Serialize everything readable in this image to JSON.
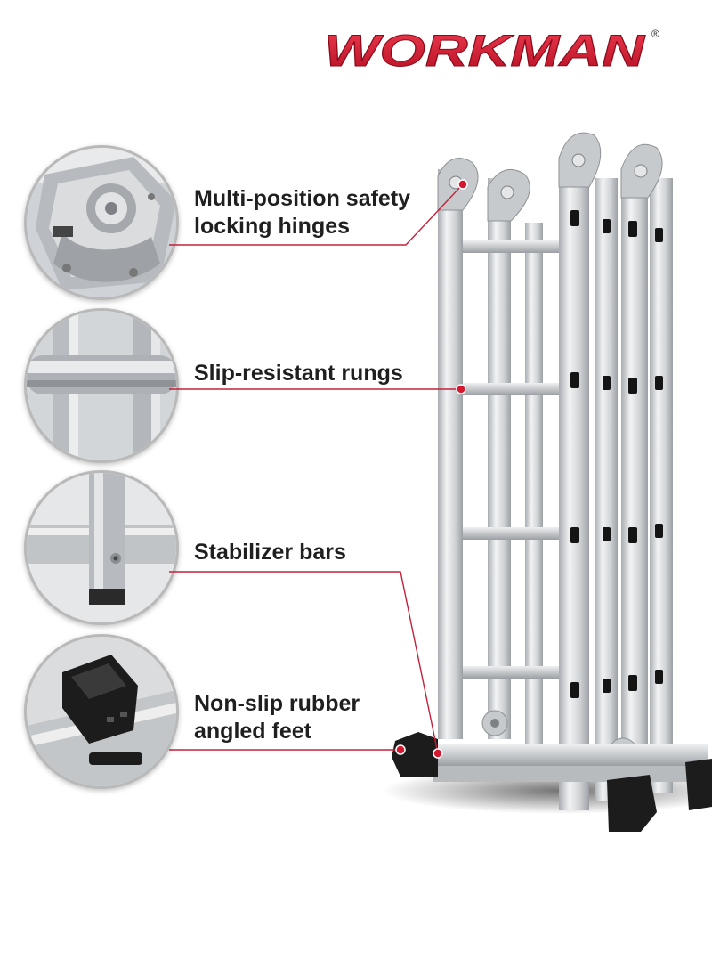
{
  "brand": {
    "name": "WORKMAN",
    "registered_mark": "®",
    "color": "#d4182f"
  },
  "features": [
    {
      "line1": "Multi-position safety",
      "line2": "locking hinges",
      "icon": "hinge-closeup"
    },
    {
      "line1": "Slip-resistant rungs",
      "line2": "",
      "icon": "rung-closeup"
    },
    {
      "line1": "Stabilizer bars",
      "line2": "",
      "icon": "stabilizer-closeup"
    },
    {
      "line1": "Non-slip rubber",
      "line2": "angled feet",
      "icon": "rubber-foot-closeup"
    }
  ],
  "colors": {
    "callout_line": "#c4213a",
    "callout_dot": "#d4182f",
    "aluminum": "#cfd2d4",
    "rubber": "#1a1a1a"
  }
}
